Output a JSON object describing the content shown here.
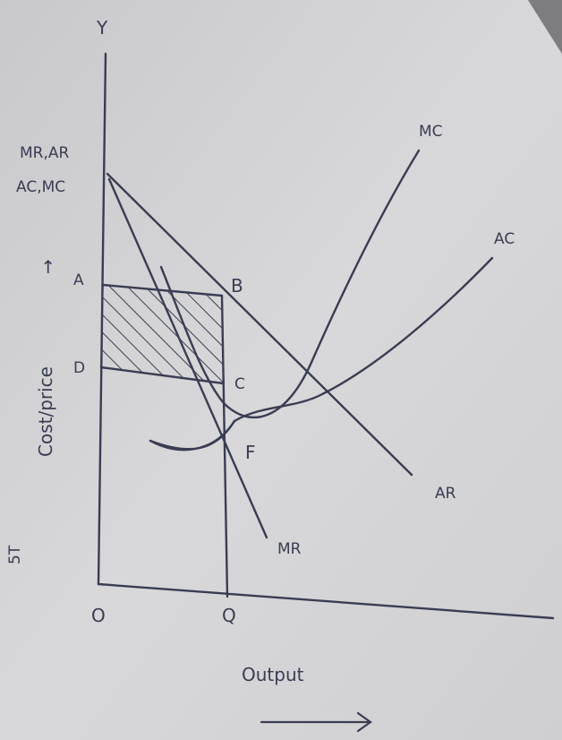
{
  "labels": {
    "y_axis": "Y",
    "y_title_line1": "MR,AR",
    "y_title_line2": "AC,MC",
    "y_side_label": "Cost/price",
    "x_axis_label": "Output",
    "origin": "O",
    "point_q": "Q",
    "point_a": "A",
    "point_d": "D",
    "point_b": "B",
    "point_c": "C",
    "point_f": "F",
    "curve_mc": "MC",
    "curve_ac": "AC",
    "curve_ar": "AR",
    "curve_mr": "MR",
    "margin_mark": "5T"
  },
  "colors": {
    "ink": "#3a3d52",
    "paper": "#d4d4d6"
  }
}
